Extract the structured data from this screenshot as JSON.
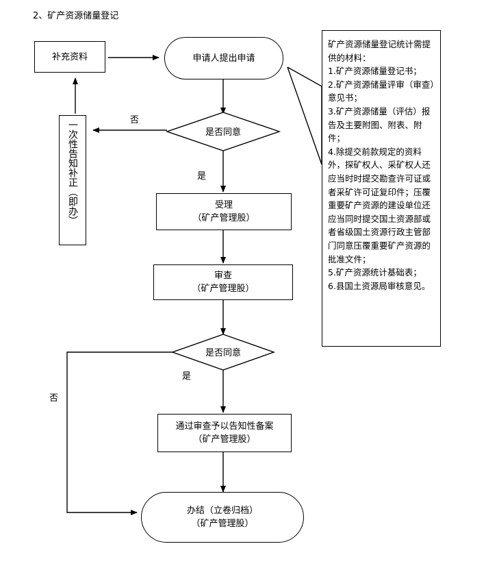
{
  "title": "2、矿产资源储量登记",
  "nodes": {
    "supplement": "补充资料",
    "apply": "申请人提出申请",
    "agree1": "是否同意",
    "notify": "一次性告知补正（即办）",
    "accept": {
      "line1": "受理",
      "line2": "（矿产管理股）"
    },
    "review": {
      "line1": "审查",
      "line2": "（矿产管理股）"
    },
    "agree2": "是否同意",
    "record": {
      "line1": "通过审查予以告知性备案",
      "line2": "（矿产管理股）"
    },
    "finish": {
      "line1": "办结（立卷归档）",
      "line2": "（矿产管理股）"
    }
  },
  "labels": {
    "no1": "否",
    "yes1": "是",
    "yes2": "是",
    "no2": "否"
  },
  "materials": {
    "heading": "矿产资源储量登记统计需提供的材料：",
    "items": [
      "1.矿产资源储量登记书；",
      "2.矿产资源储量评审（审查）意见书；",
      "3.矿产资源储量（评估）报告及主要附图、附表、附件；",
      "4.除提交前款规定的资料外，探矿权人、采矿权人还应当时时提交勘查许可证或者采矿许可证复印件；压覆重要矿产资源的建设单位还应当同时提交国土资源部或者省级国土资源行政主管部门同意压覆重要矿产资源的批准文件；",
      "5.矿产资源统计基础表；",
      "6.县国土资源局审核意见。"
    ]
  }
}
